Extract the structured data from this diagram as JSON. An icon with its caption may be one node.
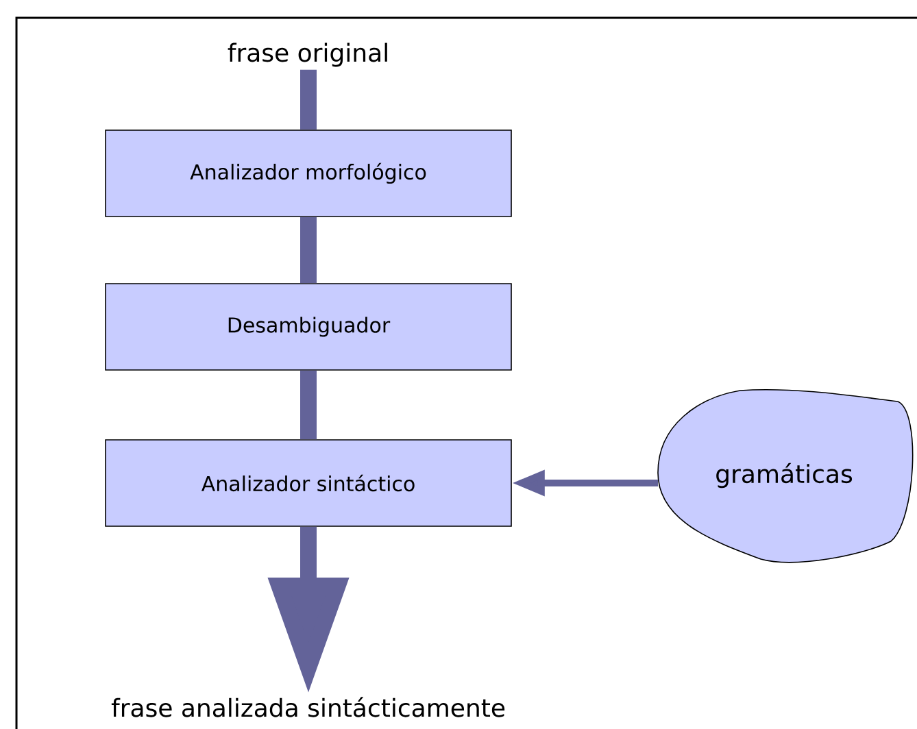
{
  "diagram": {
    "nodes": [
      {
        "text": [
          "frase original"
        ]
      },
      {
        "text": [
          "Analizador morfológico"
        ]
      },
      {
        "text": [
          "Desambiguador"
        ]
      },
      {
        "text": [
          "Analizador sintáctico"
        ]
      },
      {
        "text": [
          "gramáticas"
        ]
      },
      {
        "text": [
          "frase analizada sintácticamente"
        ]
      }
    ],
    "edges": [
      {
        "from": 0,
        "to": 1,
        "arrow": "none"
      },
      {
        "from": 1,
        "to": 2,
        "arrow": "none"
      },
      {
        "from": 2,
        "to": 3,
        "arrow": "none"
      },
      {
        "from": 4,
        "to": 3,
        "arrow": "to"
      },
      {
        "from": 3,
        "to": 5,
        "arrow": "to"
      }
    ]
  }
}
